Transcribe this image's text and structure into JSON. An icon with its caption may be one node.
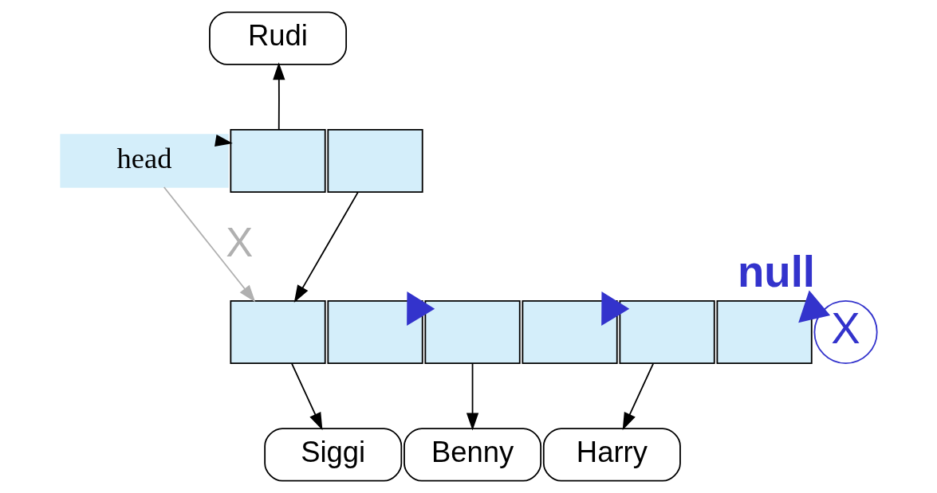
{
  "diagram": {
    "nodes": [
      {
        "text": [
          "head"
        ]
      },
      {
        "text": [
          "Rudi"
        ]
      },
      {
        "text": [],
        "shape": "box"
      },
      {
        "text": [],
        "shape": "box"
      },
      {
        "text": [],
        "shape": "box"
      },
      {
        "text": [],
        "shape": "box"
      },
      {
        "text": [],
        "shape": "box"
      },
      {
        "text": [],
        "shape": "box"
      },
      {
        "text": [],
        "shape": "box"
      },
      {
        "text": [],
        "shape": "box"
      },
      {
        "text": [
          "X"
        ],
        "beside": [
          "null"
        ]
      },
      {
        "text": [
          "Siggi"
        ]
      },
      {
        "text": [
          "Benny"
        ]
      },
      {
        "text": [
          "Harry"
        ]
      }
    ],
    "edges": [
      {
        "from": 0,
        "to": 2,
        "arrow": "to"
      },
      {
        "from": 2,
        "to": 1,
        "arrow": "to"
      },
      {
        "from": 3,
        "to": 4,
        "arrow": "to"
      },
      {
        "from": 0,
        "to": 4,
        "arrow": "to",
        "label": "X",
        "color": "#b0b0b0"
      },
      {
        "from": 5,
        "to": 6,
        "arrow": "to",
        "style": "thick",
        "color": "#3333cc"
      },
      {
        "from": 7,
        "to": 8,
        "arrow": "to",
        "style": "thick",
        "color": "#3333cc"
      },
      {
        "from": 9,
        "to": 10,
        "arrow": "to",
        "style": "thick",
        "color": "#3333cc"
      },
      {
        "from": 4,
        "to": 11,
        "arrow": "to"
      },
      {
        "from": 6,
        "to": 12,
        "arrow": "to"
      },
      {
        "from": 8,
        "to": 13,
        "arrow": "to"
      }
    ]
  }
}
